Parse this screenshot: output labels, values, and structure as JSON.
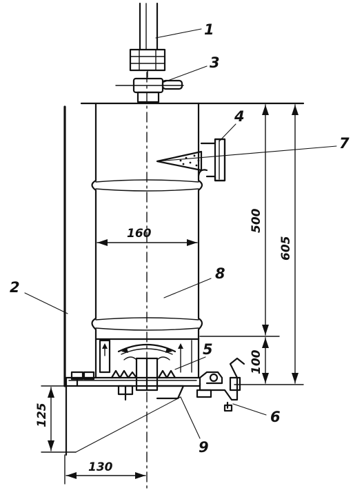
{
  "callouts": {
    "c1": "1",
    "c2": "2",
    "c3": "3",
    "c4": "4",
    "c5": "5",
    "c6": "6",
    "c7": "7",
    "c8": "8",
    "c9": "9"
  },
  "dimensions": {
    "diameter": "160",
    "height_500": "500",
    "height_605": "605",
    "height_100": "100",
    "base_125": "125",
    "base_130": "130"
  }
}
